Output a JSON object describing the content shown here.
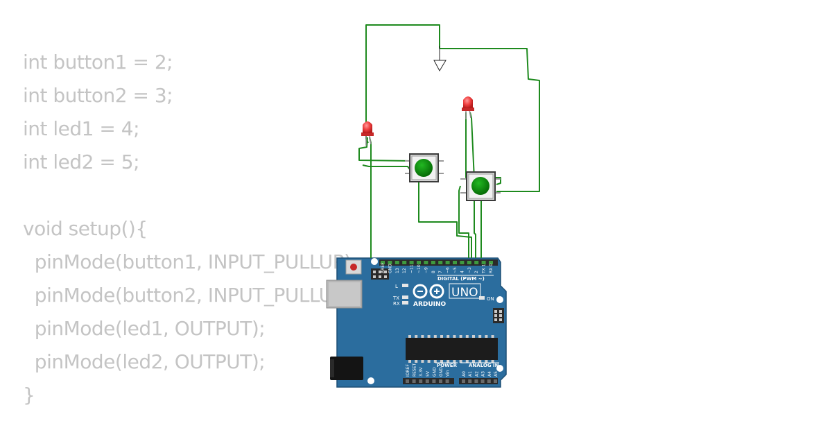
{
  "code": {
    "lines": [
      "int button1 = 2;",
      "int button2 = 3;",
      "int led1 = 4;",
      "int led2 = 5;",
      "",
      "void setup(){",
      "  pinMode(button1, INPUT_PULLUP);",
      "  pinMode(button2, INPUT_PULLUP);",
      "  pinMode(led1, OUTPUT);",
      "  pinMode(led2, OUTPUT);",
      "}"
    ]
  },
  "board": {
    "model": "UNO",
    "brand": "ARDUINO",
    "labels": {
      "digital": "DIGITAL (PWM ~)",
      "power": "POWER",
      "analog": "ANALOG IN",
      "on": "ON",
      "l": "L",
      "tx": "TX",
      "rx": "RX"
    },
    "digital_pins": [
      "AREF",
      "GND",
      "13",
      "12",
      "~11",
      "~10",
      "~9",
      "8",
      "7",
      "~6",
      "~5",
      "4",
      "~3",
      "2",
      "TX 1",
      "RX 0"
    ],
    "power_pins": [
      "IOREF",
      "RESET",
      "3.3V",
      "5V",
      "GND",
      "GND",
      "Vin"
    ],
    "analog_pins": [
      "A0",
      "A1",
      "A2",
      "A3",
      "A4",
      "A5"
    ],
    "colors": {
      "board": "#2b6d9e",
      "edge": "#1d4f75",
      "header": "#2a2a2a",
      "wire": "#1e8a1e"
    }
  },
  "components": {
    "led_color": "#e53935",
    "button_color": "#0b8a0b",
    "ground_symbol": "ground-icon"
  }
}
